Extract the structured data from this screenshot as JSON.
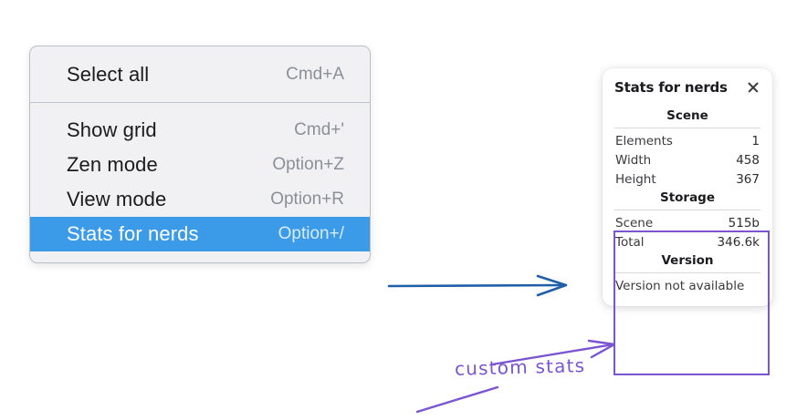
{
  "context_menu": {
    "groups": [
      {
        "items": [
          {
            "label": "Select all",
            "shortcut": "Cmd+A",
            "selected": false
          }
        ]
      },
      {
        "items": [
          {
            "label": "Show grid",
            "shortcut": "Cmd+'",
            "selected": false
          },
          {
            "label": "Zen mode",
            "shortcut": "Option+Z",
            "selected": false
          },
          {
            "label": "View mode",
            "shortcut": "Option+R",
            "selected": false
          },
          {
            "label": "Stats for nerds",
            "shortcut": "Option+/",
            "selected": true
          }
        ]
      }
    ],
    "highlight_color": "#3b9be9"
  },
  "stats_panel": {
    "title": "Stats for nerds",
    "close_icon": "close-icon",
    "sections": [
      {
        "name": "Scene",
        "rows": [
          {
            "label": "Elements",
            "value": "1"
          },
          {
            "label": "Width",
            "value": "458"
          },
          {
            "label": "Height",
            "value": "367"
          }
        ]
      },
      {
        "name": "Storage",
        "rows": [
          {
            "label": "Scene",
            "value": "515b"
          },
          {
            "label": "Total",
            "value": "346.6k"
          }
        ]
      },
      {
        "name": "Version",
        "note": "Version not available"
      }
    ]
  },
  "annotations": {
    "arrow_blue_color": "#1f5fa8",
    "arrow_purple_color": "#7b54d3",
    "handwritten_label": "custom stats"
  }
}
